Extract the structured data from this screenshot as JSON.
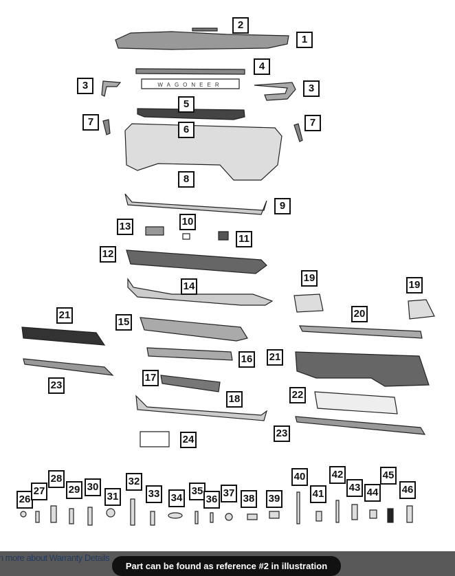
{
  "diagram": {
    "wordmark": "WAGONEER",
    "callouts": [
      "1",
      "2",
      "3",
      "3",
      "4",
      "5",
      "6",
      "7",
      "7",
      "8",
      "9",
      "10",
      "11",
      "12",
      "13",
      "14",
      "15",
      "16",
      "17",
      "18",
      "19",
      "19",
      "20",
      "21",
      "21",
      "22",
      "23",
      "23",
      "24"
    ],
    "fasteners": [
      "26",
      "27",
      "28",
      "29",
      "30",
      "31",
      "32",
      "33",
      "34",
      "35",
      "36",
      "37",
      "38",
      "39",
      "40",
      "41",
      "42",
      "43",
      "44",
      "45",
      "46"
    ]
  },
  "footer": {
    "warranty_link": "rn more about Warranty Details",
    "tooltip": "Part can be found as reference #2 in illustration"
  },
  "colors": {
    "footer_bg": "#595959",
    "tooltip_bg": "#111111",
    "link": "#233a5c"
  }
}
